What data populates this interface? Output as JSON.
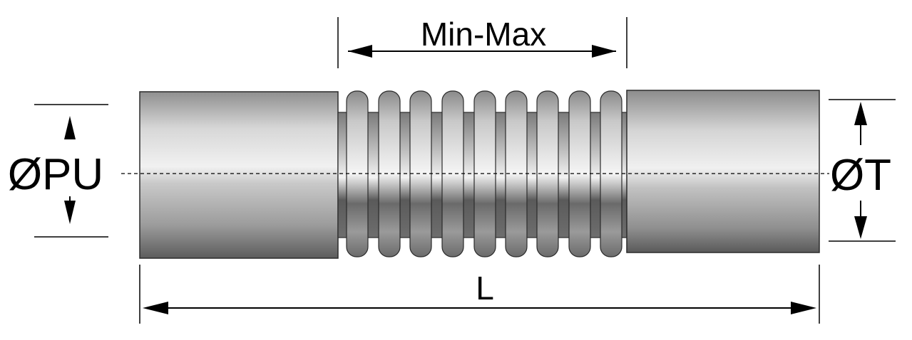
{
  "labels": {
    "min_max": "Min-Max",
    "pu": "ØPU",
    "t": "ØT",
    "length": "L"
  },
  "colors": {
    "line": "#000000",
    "body_light": "#e6e6e6",
    "body_mid": "#b9b9b9",
    "body_dark": "#5e5e5e",
    "outline": "#2b2b2b"
  }
}
